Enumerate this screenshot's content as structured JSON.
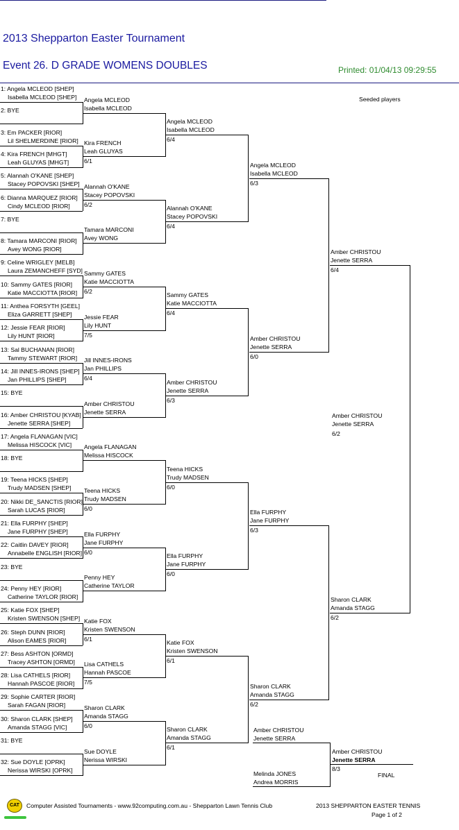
{
  "header": {
    "title": "2013 Shepparton Easter Tournament",
    "event": "Event 26. D GRADE WOMENS DOUBLES",
    "printed": "Printed: 01/04/13 09:29:55",
    "seeded_label": "Seeded players"
  },
  "draw": [
    {
      "a": "1: Angela MCLEOD [SHEP]",
      "b": "Isabella MCLEOD [SHEP]"
    },
    {
      "a": "2: BYE",
      "b": ""
    },
    {
      "a": "3: Em PACKER [RIOR]",
      "b": "Lil SHELMERDINE [RIOR]"
    },
    {
      "a": "4: Kira FRENCH [MHGT]",
      "b": "Leah GLUYAS [MHGT]"
    },
    {
      "a": "5: Alannah O'KANE [SHEP]",
      "b": "Stacey POPOVSKI [SHEP]"
    },
    {
      "a": "6: Dianna MARQUEZ [RIOR]",
      "b": "Cindy MCLEOD [RIOR]"
    },
    {
      "a": "7: BYE",
      "b": ""
    },
    {
      "a": "8: Tamara MARCONI [RIOR]",
      "b": "Avey WONG [RIOR]"
    },
    {
      "a": "9: Celine WRIGLEY [MELB]",
      "b": "Laura ZEMANCHEFF [SYD]"
    },
    {
      "a": "10: Sammy GATES [RIOR]",
      "b": "Katie MACCIOTTA [RIOR]"
    },
    {
      "a": "11: Anthea FORSYTH [GEEL]",
      "b": "Eliza GARRETT [SHEP]"
    },
    {
      "a": "12: Jessie FEAR [RIOR]",
      "b": "Lily HUNT [RIOR]"
    },
    {
      "a": "13: Sal BUCHANAN [RIOR]",
      "b": "Tammy STEWART [RIOR]"
    },
    {
      "a": "14: Jill INNES-IRONS [SHEP]",
      "b": "Jan PHILLIPS [SHEP]"
    },
    {
      "a": "15: BYE",
      "b": ""
    },
    {
      "a": "16: Amber CHRISTOU [KYAB]",
      "b": "Jenette SERRA [SHEP]"
    },
    {
      "a": "17: Angela FLANAGAN [VIC]",
      "b": "Melissa HISCOCK [VIC]"
    },
    {
      "a": "18: BYE",
      "b": ""
    },
    {
      "a": "19: Teena HICKS [SHEP]",
      "b": "Trudy MADSEN [SHEP]"
    },
    {
      "a": "20: Nikki DE_SANCTIS [RIOR]",
      "b": "Sarah LUCAS [RIOR]"
    },
    {
      "a": "21: Ella FURPHY [SHEP]",
      "b": "Jane FURPHY [SHEP]"
    },
    {
      "a": "22: Caitlin DAVEY [RIOR]",
      "b": "Annabelle ENGLISH [RIOR]"
    },
    {
      "a": "23: BYE",
      "b": ""
    },
    {
      "a": "24: Penny HEY [RIOR]",
      "b": "Catherine TAYLOR [RIOR]"
    },
    {
      "a": "25: Katie FOX [SHEP]",
      "b": "Kristen SWENSON [SHEP]"
    },
    {
      "a": "26: Steph DUNN [RIOR]",
      "b": "Alison EAMES [RIOR]"
    },
    {
      "a": "27: Bess ASHTON [ORMD]",
      "b": "Tracey ASHTON [ORMD]"
    },
    {
      "a": "28: Lisa CATHELS [RIOR]",
      "b": "Hannah PASCOE [RIOR]"
    },
    {
      "a": "29: Sophie CARTER [RIOR]",
      "b": "Sarah FAGAN [RIOR]"
    },
    {
      "a": "30: Sharon CLARK [SHEP]",
      "b": "Amanda STAGG [VIC]"
    },
    {
      "a": "31: BYE",
      "b": ""
    },
    {
      "a": "32: Sue DOYLE [OPRK]",
      "b": "Nerissa WIRSKI [OPRK]"
    }
  ],
  "round2": [
    {
      "a": "Angela MCLEOD",
      "b": "Isabella MCLEOD",
      "s": ""
    },
    {
      "a": "Kira FRENCH",
      "b": "Leah GLUYAS",
      "s": "6/1"
    },
    {
      "a": "Alannah O'KANE",
      "b": "Stacey POPOVSKI",
      "s": "6/2"
    },
    {
      "a": "Tamara MARCONI",
      "b": "Avey WONG",
      "s": ""
    },
    {
      "a": "Sammy GATES",
      "b": "Katie MACCIOTTA",
      "s": "6/2"
    },
    {
      "a": "Jessie FEAR",
      "b": "Lily HUNT",
      "s": "7/5"
    },
    {
      "a": "Jill INNES-IRONS",
      "b": "Jan PHILLIPS",
      "s": "6/4"
    },
    {
      "a": "Amber CHRISTOU",
      "b": "Jenette SERRA",
      "s": ""
    },
    {
      "a": "Angela FLANAGAN",
      "b": "Melissa HISCOCK",
      "s": ""
    },
    {
      "a": "Teena HICKS",
      "b": "Trudy MADSEN",
      "s": "6/0"
    },
    {
      "a": "Ella FURPHY",
      "b": "Jane FURPHY",
      "s": "6/0"
    },
    {
      "a": "Penny HEY",
      "b": "Catherine TAYLOR",
      "s": ""
    },
    {
      "a": "Katie FOX",
      "b": "Kristen SWENSON",
      "s": "6/1"
    },
    {
      "a": "Lisa CATHELS",
      "b": "Hannah PASCOE",
      "s": "7/5"
    },
    {
      "a": "Sharon CLARK",
      "b": "Amanda STAGG",
      "s": "6/0"
    },
    {
      "a": "Sue DOYLE",
      "b": "Nerissa WIRSKI",
      "s": ""
    }
  ],
  "round3": [
    {
      "a": "Angela MCLEOD",
      "b": "Isabella MCLEOD",
      "s": "6/4"
    },
    {
      "a": "Alannah O'KANE",
      "b": "Stacey POPOVSKI",
      "s": "6/4"
    },
    {
      "a": "Sammy GATES",
      "b": "Katie MACCIOTTA",
      "s": "6/4"
    },
    {
      "a": "Amber CHRISTOU",
      "b": "Jenette SERRA",
      "s": "6/3"
    },
    {
      "a": "Teena HICKS",
      "b": "Trudy MADSEN",
      "s": "6/0"
    },
    {
      "a": "Ella FURPHY",
      "b": "Jane FURPHY",
      "s": "6/0"
    },
    {
      "a": "Katie FOX",
      "b": "Kristen SWENSON",
      "s": "6/1"
    },
    {
      "a": "Sharon CLARK",
      "b": "Amanda STAGG",
      "s": "6/1"
    }
  ],
  "round4": [
    {
      "a": "Angela MCLEOD",
      "b": "Isabella MCLEOD",
      "s": "6/3"
    },
    {
      "a": "Amber CHRISTOU",
      "b": "Jenette SERRA",
      "s": "6/0"
    },
    {
      "a": "Ella FURPHY",
      "b": "Jane FURPHY",
      "s": "6/3"
    },
    {
      "a": "Sharon CLARK",
      "b": "Amanda STAGG",
      "s": "6/2"
    }
  ],
  "round5": [
    {
      "a": "Amber CHRISTOU",
      "b": "Jenette SERRA",
      "s": "6/4"
    },
    {
      "a": "Sharon CLARK",
      "b": "Amanda STAGG",
      "s": "6/2"
    }
  ],
  "round6": {
    "a": "Amber CHRISTOU",
    "b": "Jenette SERRA",
    "s": "6/2"
  },
  "final": {
    "finalist1_a": "Amber CHRISTOU",
    "finalist1_b": "Jenette SERRA",
    "finalist2_a": "Melinda JONES",
    "finalist2_b": "Andrea MORRIS",
    "winner_a": "Amber CHRISTOU",
    "winner_b": "Jenette SERRA",
    "score": "8/3",
    "label": "FINAL"
  },
  "footer": {
    "logo_text": "CAT",
    "credit": "Computer Assisted Tournaments - www.92computing.com.au -  Shepparton Lawn Tennis Club",
    "event": "2013 SHEPPARTON EASTER TENNIS",
    "page": "Page 1 of 2"
  },
  "colors": {
    "title": "#1a1aa0",
    "printed": "#2e8b2e",
    "logo": "#f0d000",
    "logo_bar": "#3ec43e"
  }
}
